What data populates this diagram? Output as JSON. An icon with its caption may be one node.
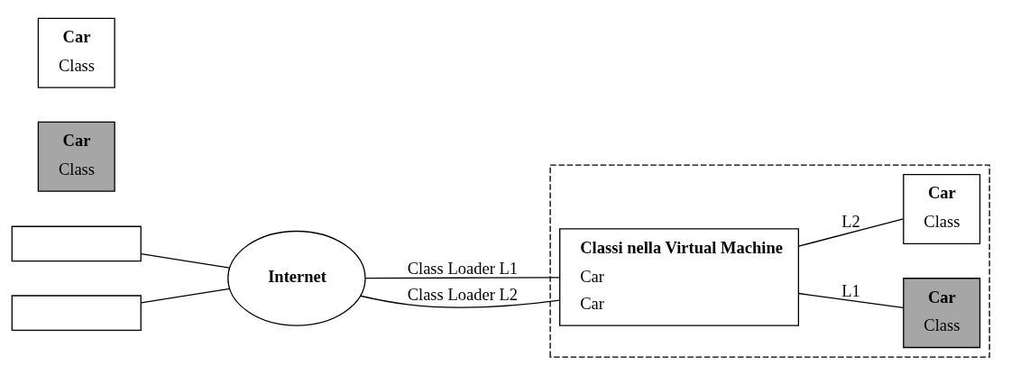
{
  "diagram": {
    "nodes": [
      {
        "text": [],
        "shape": "box"
      },
      {
        "text": [
          "Car",
          "Class"
        ]
      },
      {
        "text": [
          "Internet"
        ]
      },
      {
        "text": [],
        "shape": "box"
      },
      {
        "text": [
          "Classi nella Virtual Machine",
          "Car",
          "Car"
        ],
        "in": 3
      },
      {
        "text": [
          "Car",
          "Class"
        ],
        "in": 3
      },
      {
        "text": [
          "Car",
          "Class"
        ],
        "in": 3
      },
      {
        "text": [],
        "shape": "box"
      },
      {
        "text": [
          "Car",
          "Class"
        ]
      }
    ],
    "edges": [
      {
        "from": 0,
        "to": 2,
        "arrow": "none"
      },
      {
        "from": 7,
        "to": 2,
        "arrow": "none"
      },
      {
        "from": 2,
        "to": 4,
        "arrow": "none",
        "label": "Class Loader L1"
      },
      {
        "from": 2,
        "to": 4,
        "arrow": "none",
        "label": "Class Loader L2"
      },
      {
        "from": 4,
        "to": 5,
        "arrow": "none",
        "label": "L1"
      },
      {
        "from": 4,
        "to": 6,
        "arrow": "none",
        "label": "L2"
      }
    ]
  }
}
